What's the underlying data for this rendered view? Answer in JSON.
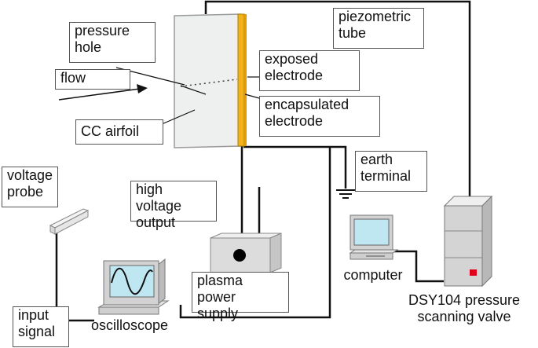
{
  "labels": {
    "pressure_hole": "pressure\nhole",
    "flow": "flow",
    "cc_airfoil": "CC airfoil",
    "exposed_electrode": "exposed\nelectrode",
    "encapsulated_electrode": "encapsulated\nelectrode",
    "piezometric_tube": "piezometric\ntube",
    "earth_terminal": "earth\nterminal",
    "voltage_probe": "voltage\nprobe",
    "high_voltage_output": "high voltage\noutput",
    "plasma_power_supply": "plasma power\nsupply",
    "computer": "computer",
    "scanning_valve": "DSY104 pressure\nscanning valve",
    "input_signal": "input\nsignal",
    "oscilloscope": "oscilloscope"
  },
  "colors": {
    "electrode": "#f2b21a",
    "airfoil": "#eef0f0",
    "wire": "#111111",
    "screen": "#bfe7f2",
    "equipment": "#d4d4d4",
    "indicator": "#e0001b"
  }
}
